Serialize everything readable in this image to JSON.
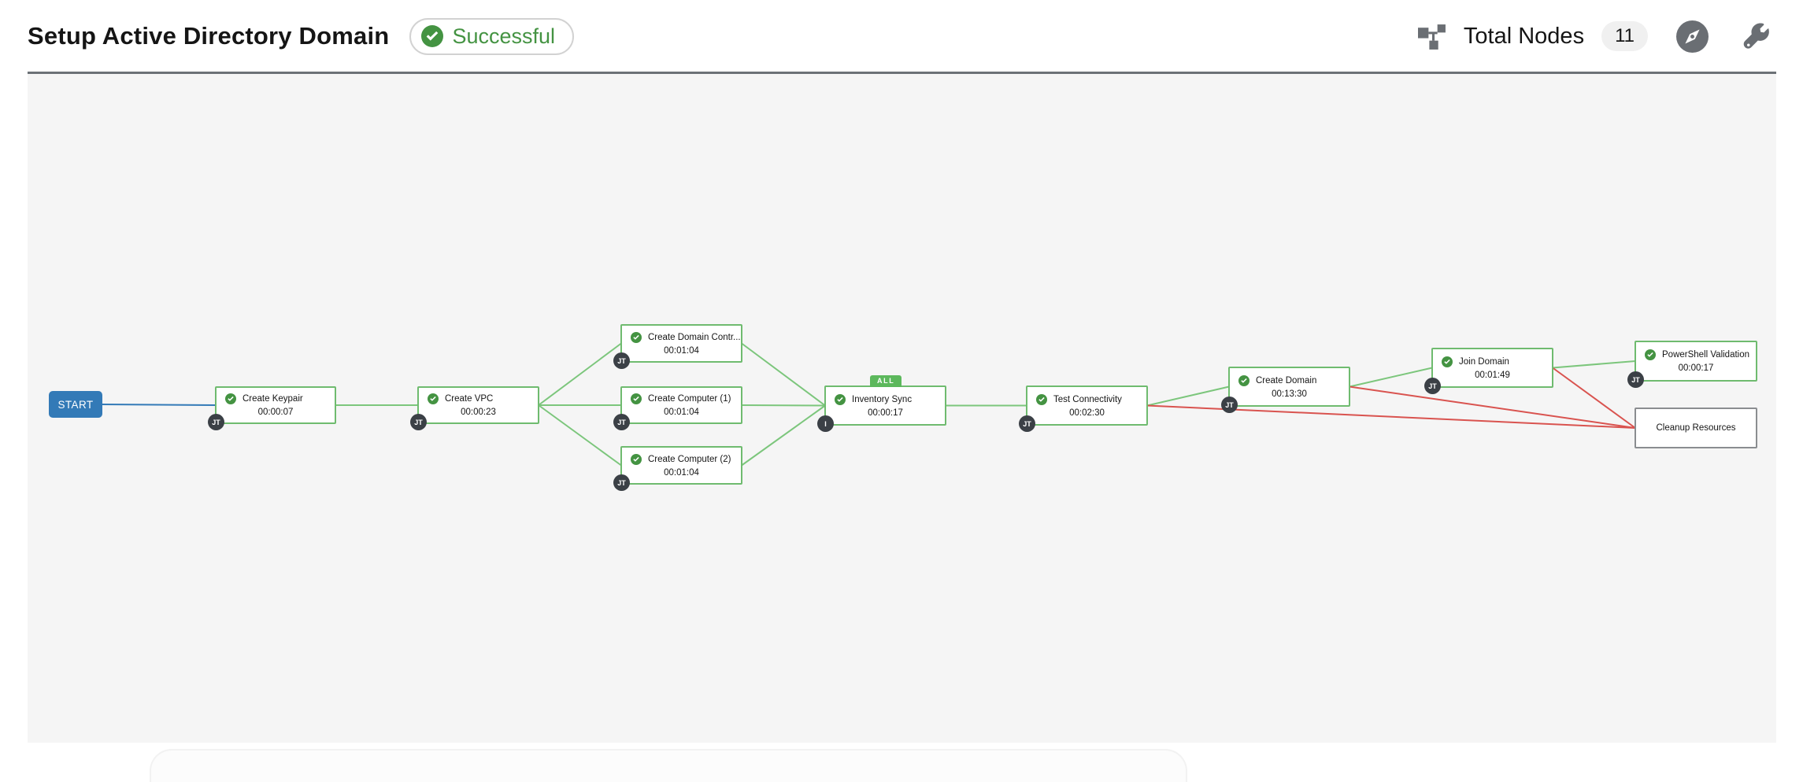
{
  "header": {
    "title": "Setup Active Directory Domain",
    "status": "Successful",
    "total_nodes_label": "Total Nodes",
    "total_nodes_count": "11"
  },
  "workflow": {
    "nodes": [
      {
        "id": "start",
        "type": "start",
        "label": "START"
      },
      {
        "id": "keypair",
        "type": "job",
        "label": "Create Keypair",
        "elapsed": "00:00:07",
        "badge": "JT"
      },
      {
        "id": "vpc",
        "type": "job",
        "label": "Create VPC",
        "elapsed": "00:00:23",
        "badge": "JT"
      },
      {
        "id": "dc",
        "type": "job",
        "label": "Create Domain Contr...",
        "elapsed": "00:01:04",
        "badge": "JT"
      },
      {
        "id": "comp1",
        "type": "job",
        "label": "Create Computer (1)",
        "elapsed": "00:01:04",
        "badge": "JT"
      },
      {
        "id": "comp2",
        "type": "job",
        "label": "Create Computer (2)",
        "elapsed": "00:01:04",
        "badge": "JT"
      },
      {
        "id": "inv",
        "type": "job",
        "label": "Inventory Sync",
        "elapsed": "00:00:17",
        "badge": "I",
        "tag": "ALL"
      },
      {
        "id": "test",
        "type": "job",
        "label": "Test Connectivity",
        "elapsed": "00:02:30",
        "badge": "JT"
      },
      {
        "id": "domain",
        "type": "job",
        "label": "Create Domain",
        "elapsed": "00:13:30",
        "badge": "JT"
      },
      {
        "id": "join",
        "type": "job",
        "label": "Join Domain",
        "elapsed": "00:01:49",
        "badge": "JT"
      },
      {
        "id": "ps",
        "type": "job",
        "label": "PowerShell Validation",
        "elapsed": "00:00:17",
        "badge": "JT"
      },
      {
        "id": "cleanup",
        "type": "plain",
        "label": "Cleanup Resources"
      }
    ],
    "links": [
      {
        "from": "start",
        "to": "keypair",
        "status": "start"
      },
      {
        "from": "keypair",
        "to": "vpc",
        "status": "success"
      },
      {
        "from": "vpc",
        "to": "dc",
        "status": "success"
      },
      {
        "from": "vpc",
        "to": "comp1",
        "status": "success"
      },
      {
        "from": "vpc",
        "to": "comp2",
        "status": "success"
      },
      {
        "from": "dc",
        "to": "inv",
        "status": "success"
      },
      {
        "from": "comp1",
        "to": "inv",
        "status": "success"
      },
      {
        "from": "comp2",
        "to": "inv",
        "status": "success"
      },
      {
        "from": "inv",
        "to": "test",
        "status": "success"
      },
      {
        "from": "test",
        "to": "domain",
        "status": "success"
      },
      {
        "from": "test",
        "to": "cleanup",
        "status": "failure"
      },
      {
        "from": "domain",
        "to": "join",
        "status": "success"
      },
      {
        "from": "domain",
        "to": "cleanup",
        "status": "failure"
      },
      {
        "from": "join",
        "to": "ps",
        "status": "success"
      },
      {
        "from": "join",
        "to": "cleanup",
        "status": "failure"
      }
    ]
  },
  "colors": {
    "link_success": "#7cc67c",
    "link_failure": "#d9534f",
    "link_start": "#337ab7",
    "node_border_success": "#6fbb6f",
    "node_border_plain": "#8a8d90",
    "check_green": "#449342",
    "badge_bg": "#3b4046",
    "tag_bg": "#5cb85c",
    "icon_gray": "#6a6e73",
    "status_text_green": "#449342"
  }
}
